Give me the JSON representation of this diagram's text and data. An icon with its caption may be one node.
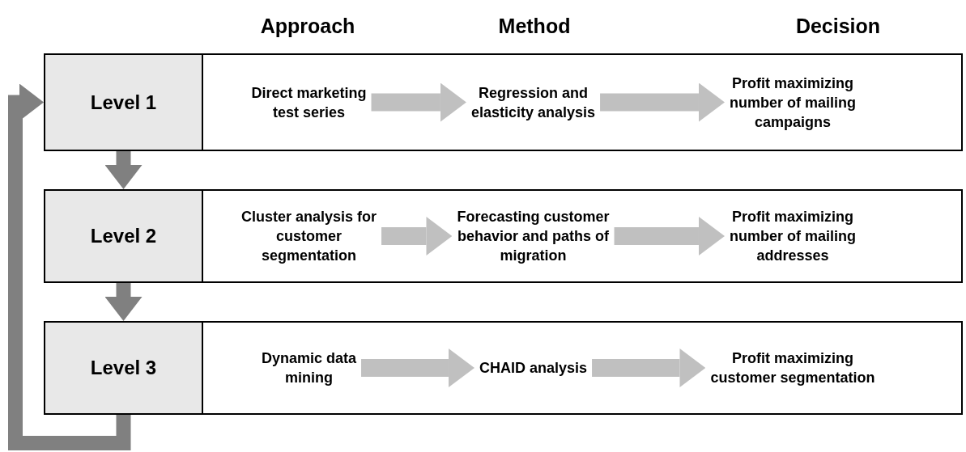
{
  "diagram": {
    "nodes": [
      {
        "text": [
          "Level 1"
        ]
      },
      {
        "text": [],
        "shape": "box"
      },
      {
        "text": [
          "Direct marketing test series"
        ],
        "in": 1
      },
      {
        "text": [
          "Regression and elasticity analysis"
        ],
        "in": 1
      },
      {
        "text": [
          "Profit maximizing number of mailing campaigns"
        ],
        "in": 1
      },
      {
        "text": [
          "Level 2"
        ]
      },
      {
        "text": [],
        "shape": "box"
      },
      {
        "text": [
          "Cluster analysis for customer segmentation"
        ],
        "in": 6
      },
      {
        "text": [
          "Forecasting customer behavior and paths of migration"
        ],
        "in": 6
      },
      {
        "text": [
          "Profit maximizing number of mailing addresses"
        ],
        "in": 6
      },
      {
        "text": [
          "Level 3"
        ]
      },
      {
        "text": [],
        "shape": "box"
      },
      {
        "text": [
          "Dynamic data mining"
        ],
        "in": 11
      },
      {
        "text": [
          "CHAID analysis"
        ],
        "in": 11
      },
      {
        "text": [
          "Profit  maximizing customer segmentation"
        ],
        "in": 11
      }
    ],
    "edges": [
      {
        "from": 2,
        "to": 3,
        "arrow": "to"
      },
      {
        "from": 3,
        "to": 4,
        "arrow": "to"
      },
      {
        "from": 7,
        "to": 8,
        "arrow": "to"
      },
      {
        "from": 8,
        "to": 9,
        "arrow": "to"
      },
      {
        "from": 12,
        "to": 13,
        "arrow": "to"
      },
      {
        "from": 13,
        "to": 14,
        "arrow": "to"
      },
      {
        "from": 0,
        "to": 5,
        "arrow": "to",
        "color": "#808080"
      },
      {
        "from": 5,
        "to": 10,
        "arrow": "to",
        "color": "#808080"
      },
      {
        "from": 10,
        "to": 0,
        "arrow": "to",
        "color": "#808080"
      }
    ],
    "labels": [
      "Approach",
      "Method",
      "Decision"
    ]
  }
}
